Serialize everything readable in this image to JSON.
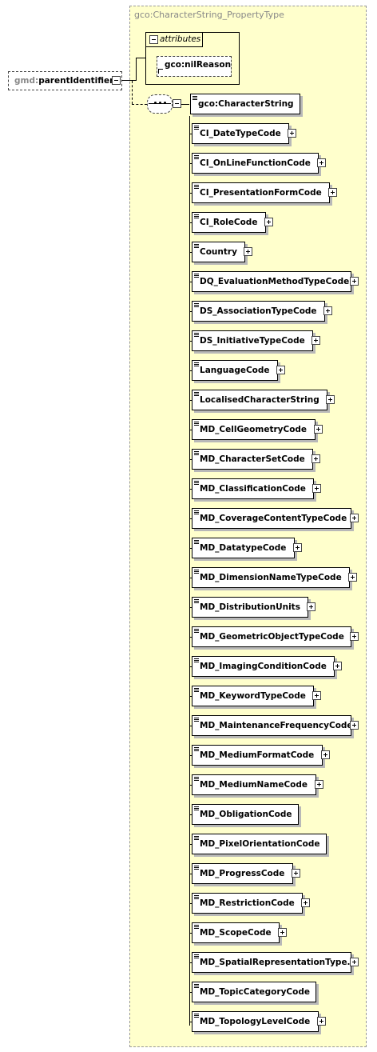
{
  "complex_type": {
    "title": "gco:CharacterString_PropertyType"
  },
  "attributes_group": {
    "label": "attributes",
    "items": [
      {
        "label": "gco:nilReason"
      }
    ]
  },
  "root_element": {
    "prefix": "gmd:",
    "name": "parentIdentifier"
  },
  "choice_children": [
    {
      "label": "gco:CharacterString",
      "expandable": false,
      "expanded": true
    },
    {
      "label": "CI_DateTypeCode",
      "expandable": true
    },
    {
      "label": "CI_OnLineFunctionCode",
      "expandable": true
    },
    {
      "label": "CI_PresentationFormCode",
      "expandable": true
    },
    {
      "label": "CI_RoleCode",
      "expandable": true
    },
    {
      "label": "Country",
      "expandable": true
    },
    {
      "label": "DQ_EvaluationMethodTypeCode",
      "expandable": true
    },
    {
      "label": "DS_AssociationTypeCode",
      "expandable": true
    },
    {
      "label": "DS_InitiativeTypeCode",
      "expandable": true
    },
    {
      "label": "LanguageCode",
      "expandable": true
    },
    {
      "label": "LocalisedCharacterString",
      "expandable": true
    },
    {
      "label": "MD_CellGeometryCode",
      "expandable": true
    },
    {
      "label": "MD_CharacterSetCode",
      "expandable": true
    },
    {
      "label": "MD_ClassificationCode",
      "expandable": true
    },
    {
      "label": "MD_CoverageContentTypeCode",
      "expandable": true
    },
    {
      "label": "MD_DatatypeCode",
      "expandable": true
    },
    {
      "label": "MD_DimensionNameTypeCode",
      "expandable": true
    },
    {
      "label": "MD_DistributionUnits",
      "expandable": true
    },
    {
      "label": "MD_GeometricObjectTypeCode",
      "expandable": true
    },
    {
      "label": "MD_ImagingConditionCode",
      "expandable": true
    },
    {
      "label": "MD_KeywordTypeCode",
      "expandable": true
    },
    {
      "label": "MD_MaintenanceFrequencyCode",
      "expandable": true
    },
    {
      "label": "MD_MediumFormatCode",
      "expandable": true
    },
    {
      "label": "MD_MediumNameCode",
      "expandable": true
    },
    {
      "label": "MD_ObligationCode",
      "expandable": false
    },
    {
      "label": "MD_PixelOrientationCode",
      "expandable": false
    },
    {
      "label": "MD_ProgressCode",
      "expandable": true
    },
    {
      "label": "MD_RestrictionCode",
      "expandable": true
    },
    {
      "label": "MD_ScopeCode",
      "expandable": true
    },
    {
      "label": "MD_SpatialRepresentationType...",
      "expandable": true
    },
    {
      "label": "MD_TopicCategoryCode",
      "expandable": false
    },
    {
      "label": "MD_TopologyLevelCode",
      "expandable": true
    }
  ]
}
